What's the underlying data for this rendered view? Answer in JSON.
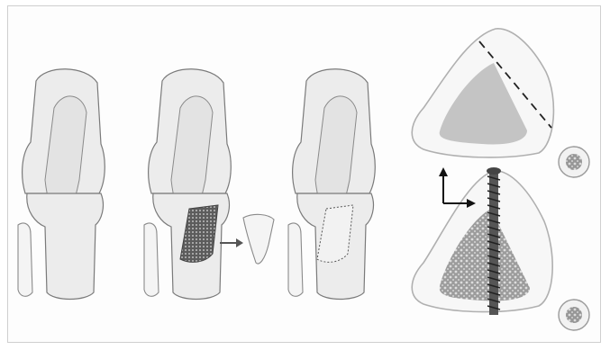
{
  "figure": {
    "panels": [
      {
        "id": "knee-intact"
      },
      {
        "id": "knee-graft-harvest"
      },
      {
        "id": "knee-graft-filled"
      },
      {
        "id": "cross-sections"
      }
    ],
    "icons": [
      "knee-bone-icon",
      "bone-graft-plug-icon",
      "transfer-arrow-icon",
      "axis-arrows-icon",
      "screw-icon",
      "dashed-cut-line-icon",
      "bone-disc-icon"
    ],
    "colors": {
      "bone": "#ececec",
      "outline": "#7a7a7a",
      "cancellous": "#9a9a9a",
      "graft": "#6e6e6e"
    }
  }
}
